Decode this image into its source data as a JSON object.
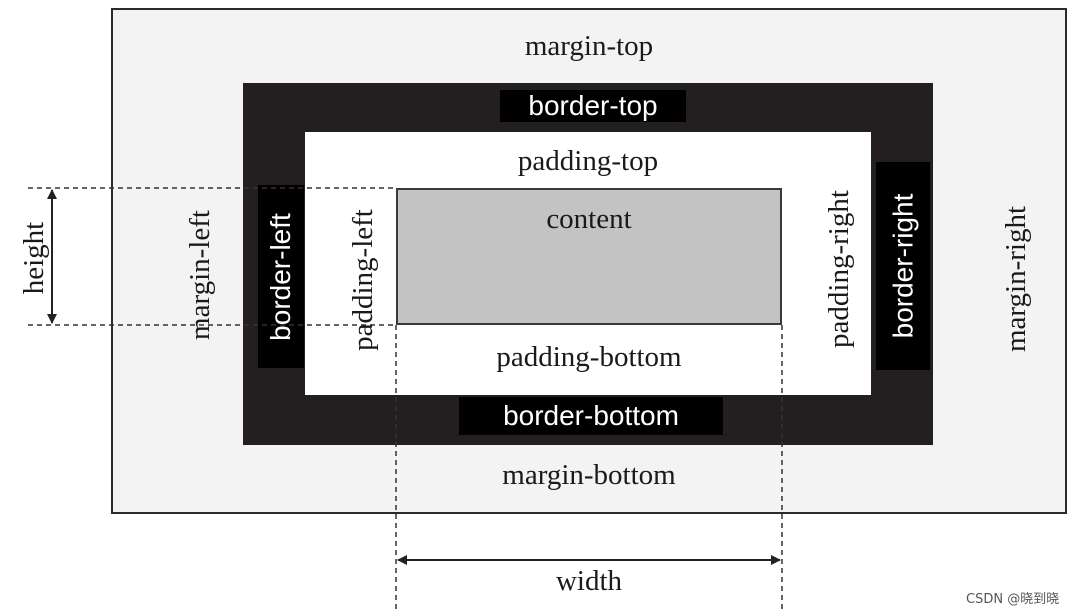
{
  "margin": {
    "top": "margin-top",
    "left": "margin-left",
    "right": "margin-right",
    "bottom": "margin-bottom"
  },
  "border": {
    "top": "border-top",
    "left": "border-left",
    "right": "border-right",
    "bottom": "border-bottom"
  },
  "padding": {
    "top": "padding-top",
    "left": "padding-left",
    "right": "padding-right",
    "bottom": "padding-bottom"
  },
  "content": "content",
  "dimensions": {
    "height": "height",
    "width": "width"
  },
  "watermark": "CSDN @晓到晓",
  "colors": {
    "margin_fill": "#f3f3f3",
    "border_fill": "#231f20",
    "padding_fill": "#ffffff",
    "content_fill": "#c3c3c3"
  }
}
